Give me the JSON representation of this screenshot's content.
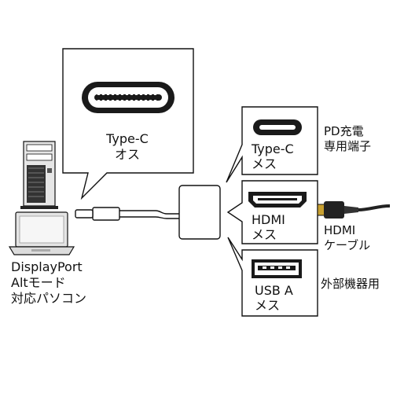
{
  "callouts": {
    "typec_plug": {
      "line1": "Type-C",
      "line2": "オス"
    },
    "typec_port": {
      "line1": "Type-C",
      "line2": "メス"
    },
    "hdmi_port": {
      "line1": "HDMI",
      "line2": "メス"
    },
    "usba_port": {
      "line1": "USB A",
      "line2": "メス"
    }
  },
  "labels": {
    "pd": {
      "line1": "PD充電",
      "line2": "専用端子"
    },
    "hdmi_cable": {
      "line1": "HDMI",
      "line2": "ケーブル"
    },
    "external": {
      "line1": "外部機器用"
    },
    "pc": {
      "line1": "DisplayPort",
      "line2": "Altモード",
      "line3": "対応パソコン"
    }
  },
  "icons": {
    "tower": "desktop-tower-icon",
    "laptop": "laptop-icon",
    "hdmi_plug": "hdmi-cable-plug-icon"
  },
  "colors": {
    "line": "#111111",
    "connector": "#222222",
    "device_fill": "#e8e8e8",
    "screen_fill": "#f4f4f4"
  }
}
